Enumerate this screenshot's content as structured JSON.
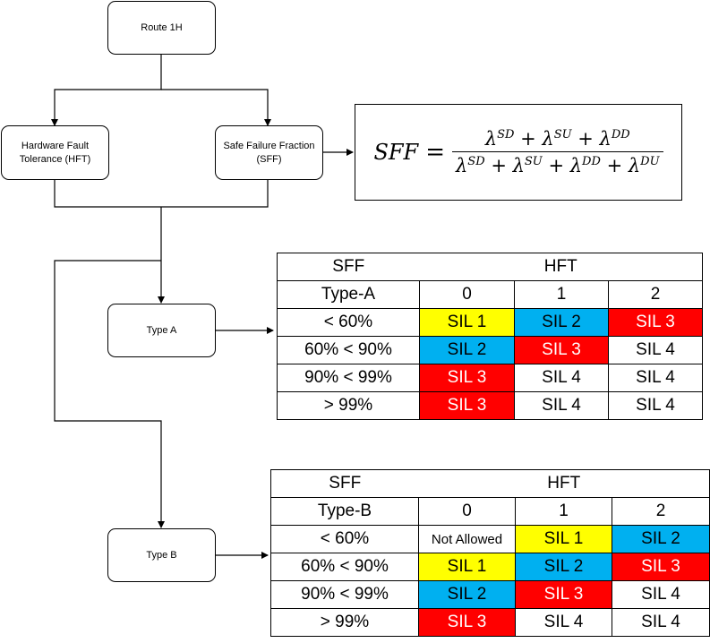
{
  "nodes": {
    "route": "Route 1H",
    "hft": [
      "Hardware Fault",
      "Tolerance (HFT)"
    ],
    "sff": [
      "Safe Failure Fraction",
      "(SFF)"
    ],
    "type_a": "Type A",
    "type_b": "Type B"
  },
  "formula": {
    "lhs": "SFF",
    "eq": "=",
    "numerator": [
      "λ",
      "SD",
      " + λ",
      "SU",
      " + λ",
      "DD"
    ],
    "denominator": [
      "λ",
      "SD",
      " + λ",
      "SU",
      " + λ",
      "DD",
      " + λ",
      "DU"
    ]
  },
  "colors": {
    "yellow": "#ffff00",
    "blue": "#00b0f0",
    "red": "#ff0000",
    "white": "#ffffff"
  },
  "table_a": {
    "header": {
      "sff": "SFF",
      "hft": "HFT"
    },
    "type": "Type-A",
    "hft_levels": [
      "0",
      "1",
      "2"
    ],
    "rows": [
      {
        "sff": "< 60%",
        "cells": [
          {
            "text": "SIL 1",
            "color": "yellow"
          },
          {
            "text": "SIL 2",
            "color": "blue"
          },
          {
            "text": "SIL 3",
            "color": "red"
          }
        ]
      },
      {
        "sff": "60% < 90%",
        "cells": [
          {
            "text": "SIL 2",
            "color": "blue"
          },
          {
            "text": "SIL 3",
            "color": "red"
          },
          {
            "text": "SIL 4",
            "color": "white"
          }
        ]
      },
      {
        "sff": "90% < 99%",
        "cells": [
          {
            "text": "SIL 3",
            "color": "red"
          },
          {
            "text": "SIL 4",
            "color": "white"
          },
          {
            "text": "SIL 4",
            "color": "white"
          }
        ]
      },
      {
        "sff": "> 99%",
        "cells": [
          {
            "text": "SIL 3",
            "color": "red"
          },
          {
            "text": "SIL 4",
            "color": "white"
          },
          {
            "text": "SIL 4",
            "color": "white"
          }
        ]
      }
    ]
  },
  "table_b": {
    "header": {
      "sff": "SFF",
      "hft": "HFT"
    },
    "type": "Type-B",
    "hft_levels": [
      "0",
      "1",
      "2"
    ],
    "rows": [
      {
        "sff": "< 60%",
        "cells": [
          {
            "text": "Not Allowed",
            "color": "white"
          },
          {
            "text": "SIL 1",
            "color": "yellow"
          },
          {
            "text": "SIL 2",
            "color": "blue"
          }
        ]
      },
      {
        "sff": "60% < 90%",
        "cells": [
          {
            "text": "SIL 1",
            "color": "yellow"
          },
          {
            "text": "SIL 2",
            "color": "blue"
          },
          {
            "text": "SIL 3",
            "color": "red"
          }
        ]
      },
      {
        "sff": "90% < 99%",
        "cells": [
          {
            "text": "SIL 2",
            "color": "blue"
          },
          {
            "text": "SIL 3",
            "color": "red"
          },
          {
            "text": "SIL 4",
            "color": "white"
          }
        ]
      },
      {
        "sff": "> 99%",
        "cells": [
          {
            "text": "SIL 3",
            "color": "red"
          },
          {
            "text": "SIL 4",
            "color": "white"
          },
          {
            "text": "SIL 4",
            "color": "white"
          }
        ]
      }
    ]
  }
}
